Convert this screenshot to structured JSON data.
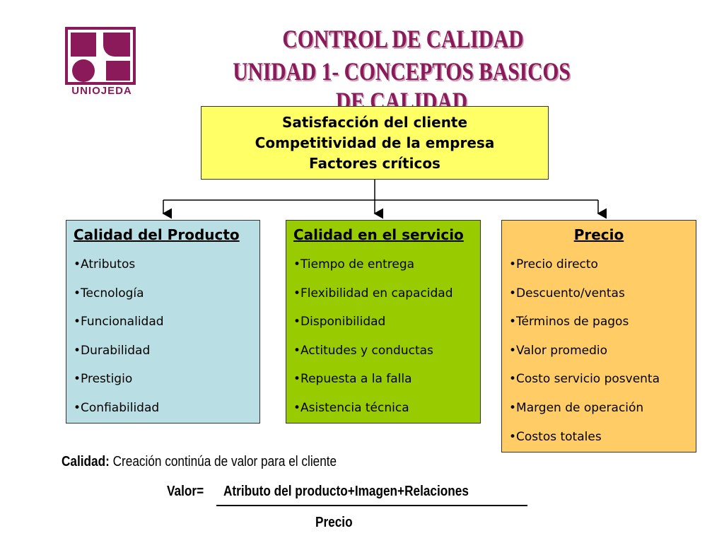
{
  "header": {
    "title_line1": "CONTROL DE CALIDAD",
    "title_line2": "UNIDAD 1- CONCEPTOS BASICOS DE CALIDAD",
    "logo_text": "UNIOJEDA"
  },
  "top_box": {
    "lines": [
      "Satisfacción del cliente",
      "Competitividad de la empresa",
      "Factores críticos"
    ]
  },
  "columns": [
    {
      "heading": "Calidad del Producto",
      "items": [
        "Atributos",
        "Tecnología",
        "Funcionalidad",
        "Durabilidad",
        "Prestigio",
        "Confiabilidad"
      ],
      "color": "#b9dfe4"
    },
    {
      "heading": "Calidad en el servicio",
      "items": [
        "Tiempo de entrega",
        "Flexibilidad en capacidad",
        "Disponibilidad",
        "Actitudes y conductas",
        "Repuesta a la falla",
        "Asistencia técnica"
      ],
      "color": "#99cc00"
    },
    {
      "heading": "Precio",
      "items": [
        "Precio directo",
        "Descuento/ventas",
        "Términos de pagos",
        "Valor promedio",
        "Costo servicio posventa",
        "Margen de operación",
        "Costos totales"
      ],
      "color": "#ffcc66"
    }
  ],
  "footer": {
    "definition_label": "Calidad:",
    "definition_text": " Creación continúa de valor para el cliente",
    "valor_label": "Valor=",
    "numerator": "Atributo del producto+Imagen+Relaciones",
    "denominator": "Precio"
  },
  "colors": {
    "title": "#8b1a5a",
    "top_box": "#ffff66"
  }
}
